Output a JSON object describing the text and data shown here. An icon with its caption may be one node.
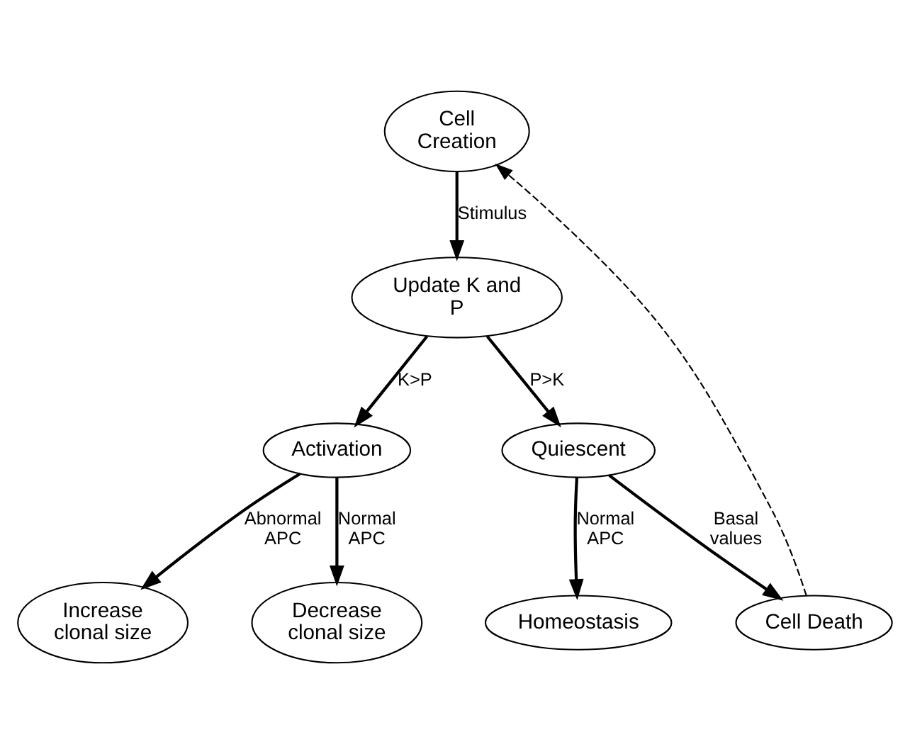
{
  "diagram": {
    "nodes": [
      {
        "text": [
          "Cell Creation"
        ]
      },
      {
        "text": [
          "Update K and P"
        ]
      },
      {
        "text": [
          "Activation"
        ]
      },
      {
        "text": [
          "Quiescent"
        ]
      },
      {
        "text": [
          "Increase clonal size"
        ]
      },
      {
        "text": [
          "Decrease clonal size"
        ]
      },
      {
        "text": [
          "Homeostasis"
        ]
      },
      {
        "text": [
          "Cell Death"
        ]
      }
    ],
    "edges": [
      {
        "from": 0,
        "to": 1,
        "arrow": "to",
        "label": "Stimulus"
      },
      {
        "from": 1,
        "to": 2,
        "arrow": "to",
        "label": "K>P"
      },
      {
        "from": 1,
        "to": 3,
        "arrow": "to",
        "label": "P>K"
      },
      {
        "from": 2,
        "to": 4,
        "arrow": "to",
        "label": "Abnormal APC"
      },
      {
        "from": 2,
        "to": 5,
        "arrow": "to",
        "label": "Normal APC"
      },
      {
        "from": 3,
        "to": 6,
        "arrow": "to",
        "label": "Normal APC"
      },
      {
        "from": 3,
        "to": 7,
        "arrow": "to",
        "label": "Basal values"
      },
      {
        "from": 7,
        "to": 0,
        "arrow": "to",
        "style": "dashed"
      }
    ]
  }
}
